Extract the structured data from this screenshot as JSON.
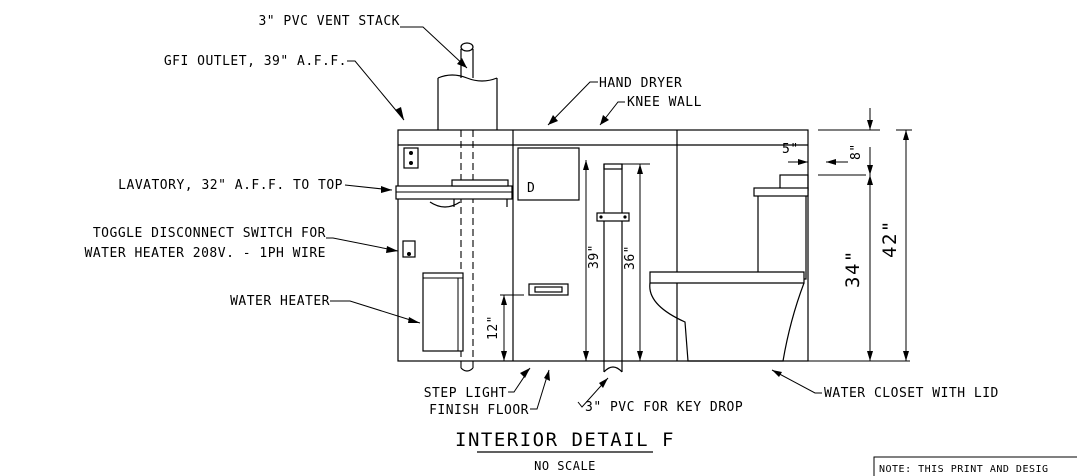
{
  "labels": {
    "vent_stack": "3\" PVC VENT STACK",
    "gfi_outlet": "GFI OUTLET, 39\" A.F.F.",
    "hand_dryer": "HAND DRYER",
    "knee_wall": "KNEE WALL",
    "lavatory": "LAVATORY, 32\" A.F.F. TO TOP",
    "toggle_line1": "TOGGLE DISCONNECT SWITCH FOR",
    "toggle_line2": "WATER HEATER 208V. - 1PH WIRE",
    "water_heater": "WATER HEATER",
    "step_light": "STEP LIGHT",
    "finish_floor": "FINISH FLOOR",
    "pvc_key_drop": "3\" PVC FOR KEY DROP",
    "water_closet": "WATER CLOSET WITH LID",
    "dryer_symbol": "D"
  },
  "dimensions": {
    "d_5": "5\"",
    "d_8": "8\"",
    "d_39": "39\"",
    "d_36": "36\"",
    "d_34": "34\"",
    "d_42": "42\"",
    "d_12": "12\""
  },
  "title": {
    "main": "INTERIOR DETAIL F",
    "sub": "NO SCALE"
  },
  "note": "NOTE: THIS PRINT AND DESIG"
}
